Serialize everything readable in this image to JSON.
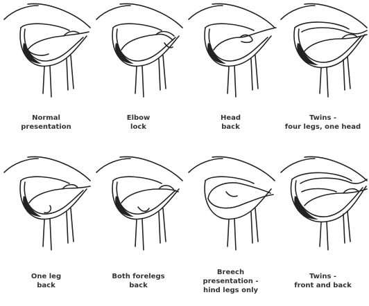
{
  "diagram": {
    "panels": [
      {
        "id": "normal",
        "caption": [
          "Normal",
          "presentation"
        ]
      },
      {
        "id": "elbow-lock",
        "caption": [
          "Elbow",
          "lock"
        ]
      },
      {
        "id": "head-back",
        "caption": [
          "Head",
          "back"
        ]
      },
      {
        "id": "twins-four-legs",
        "caption": [
          "Twins -",
          "four legs, one head"
        ]
      },
      {
        "id": "one-leg-back",
        "caption": [
          "One leg",
          "back"
        ]
      },
      {
        "id": "both-forelegs-back",
        "caption": [
          "Both forelegs",
          "back"
        ]
      },
      {
        "id": "breech",
        "caption": [
          "Breech",
          "presentation -",
          "hind legs only"
        ]
      },
      {
        "id": "twins-front-back",
        "caption": [
          "Twins -",
          "front and back"
        ]
      }
    ]
  }
}
